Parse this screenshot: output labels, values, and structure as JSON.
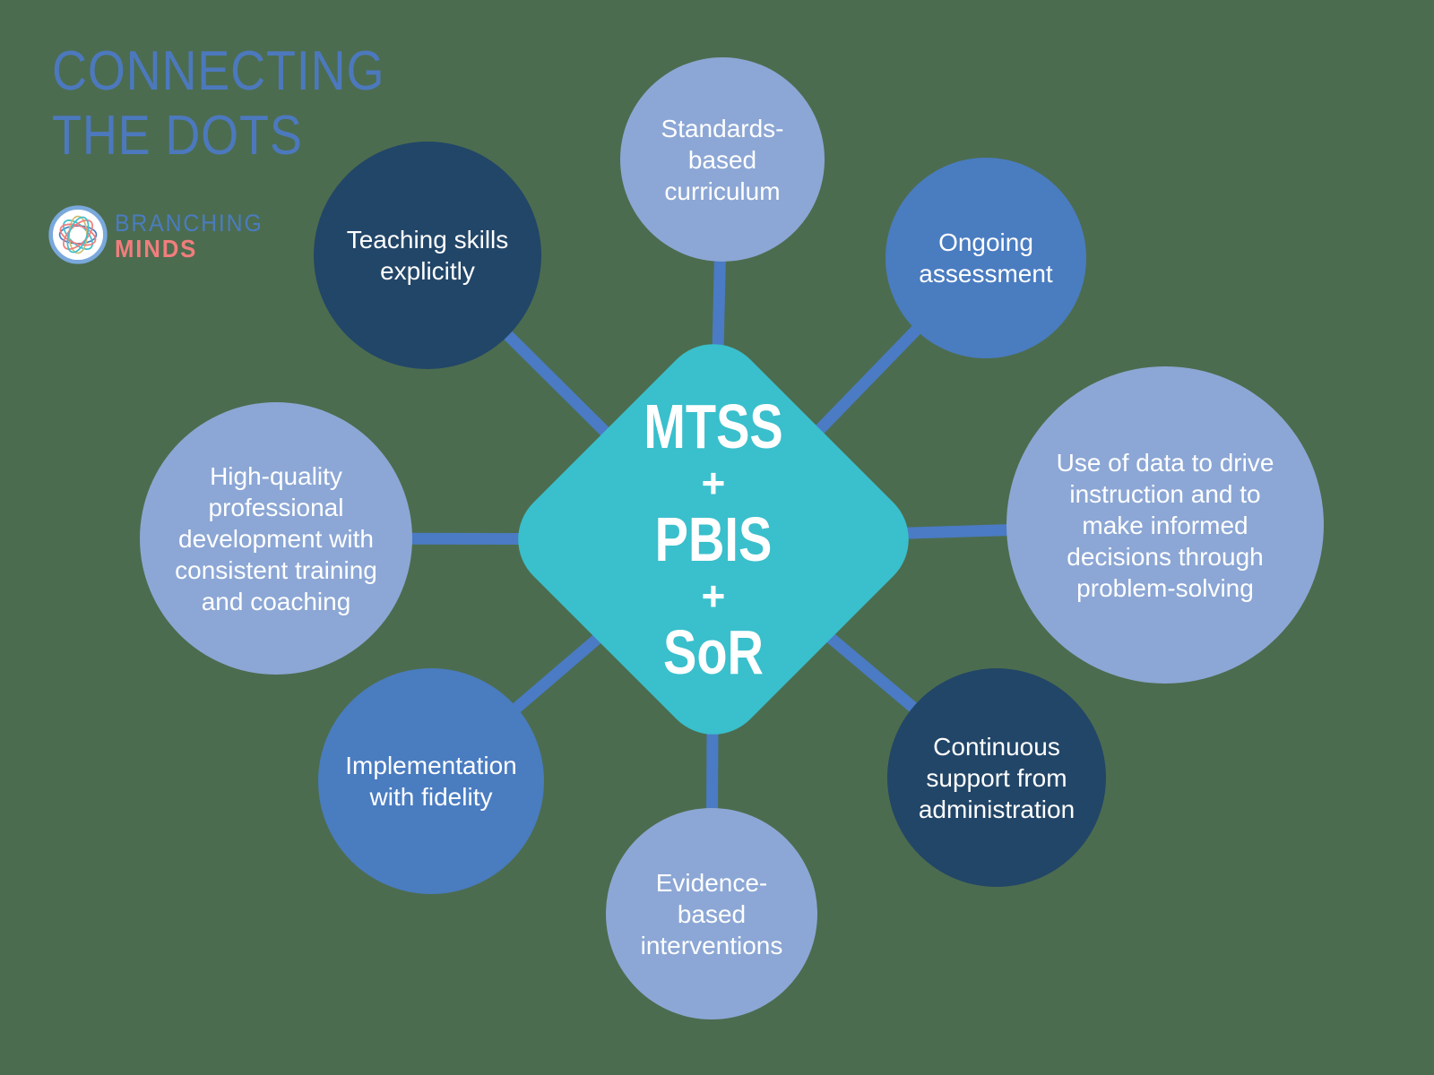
{
  "title": "CONNECTING\nTHE DOTS",
  "logo": {
    "icon": "branching-minds-flower-icon",
    "brand_top": "BRANCHING",
    "brand_bottom": "MINDS"
  },
  "center": {
    "items": [
      "MTSS",
      "+",
      "PBIS",
      "+",
      "SoR"
    ]
  },
  "nodes": [
    {
      "id": "standards-based-curriculum",
      "text": "Standards-\nbased\ncurriculum",
      "color": "#8CA7D5",
      "text_color": "#FFFFFF"
    },
    {
      "id": "ongoing-assessment",
      "text": "Ongoing\nassessment",
      "color": "#4A7CC0",
      "text_color": "#FFFFFF"
    },
    {
      "id": "use-of-data",
      "text": "Use of data to drive\ninstruction and to\nmake informed\ndecisions through\nproblem-solving",
      "color": "#8CA7D5",
      "text_color": "#FFFFFF"
    },
    {
      "id": "continuous-support-from-administration",
      "text": "Continuous\nsupport from\nadministration",
      "color": "#224668",
      "text_color": "#FFFFFF"
    },
    {
      "id": "evidence-based-interventions",
      "text": "Evidence-\nbased\ninterventions",
      "color": "#8CA7D5",
      "text_color": "#FFFFFF"
    },
    {
      "id": "implementation-with-fidelity",
      "text": "Implementation\nwith fidelity",
      "color": "#4A7CC0",
      "text_color": "#FFFFFF"
    },
    {
      "id": "high-quality-professional-development",
      "text": "High-quality\nprofessional\ndevelopment with\nconsistent training\nand coaching",
      "color": "#8CA7D5",
      "text_color": "#FFFFFF"
    },
    {
      "id": "teaching-skills-explicitly",
      "text": "Teaching skills\nexplicitly",
      "color": "#224668",
      "text_color": "#FFFFFF"
    }
  ],
  "palette": {
    "background": "#4C6C4F",
    "connector": "#4A7BC4",
    "diamond_teal": "#3ABFCC",
    "light_blue": "#8CA7D5",
    "medium_blue": "#4A7CC0",
    "dark_navy": "#224668",
    "title_blue": "#4C79BD",
    "brand_blue": "#4A7CC0",
    "brand_coral": "#F17D7D",
    "center_text": "#FFFFFF",
    "logo_ring": "#79A8DC",
    "logo_teal": "#3FBFCC",
    "logo_olive": "#CDBE72"
  }
}
